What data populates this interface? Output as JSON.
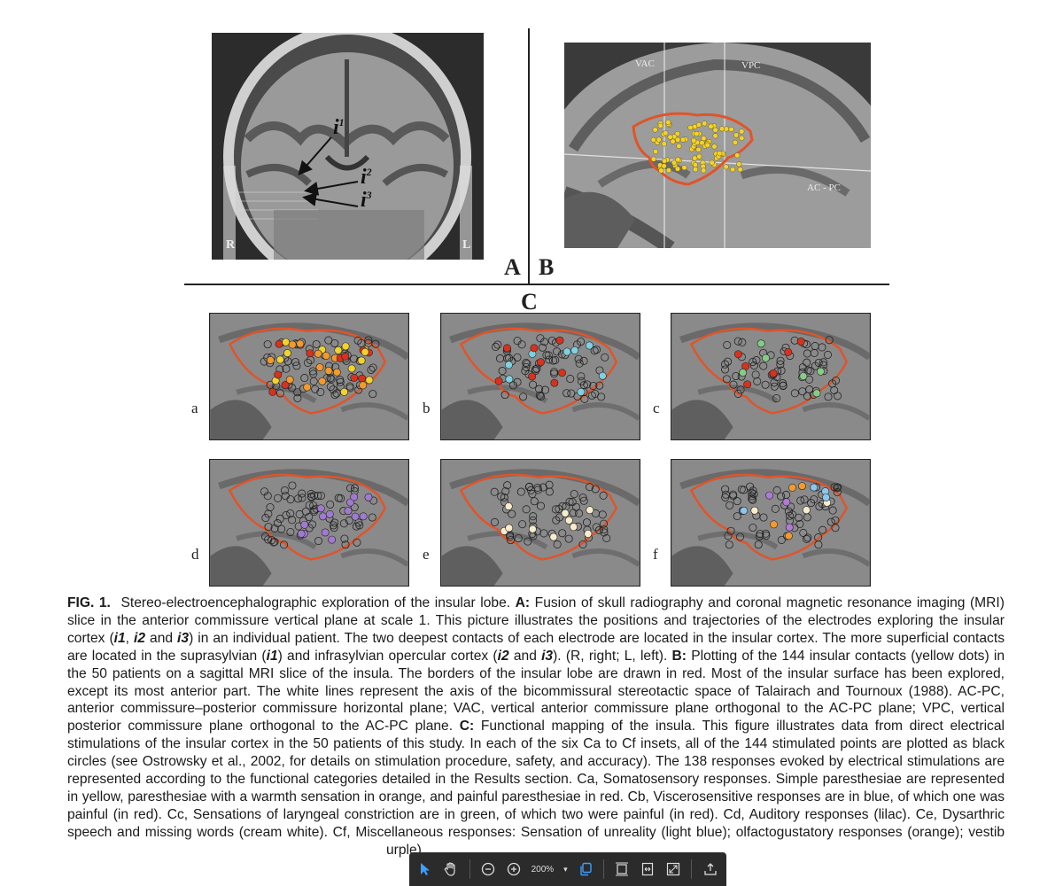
{
  "figure": {
    "panel_a": {
      "letter": "A",
      "labels": {
        "i1": "i",
        "i1_sub": "1",
        "i2": "i",
        "i2_sub": "2",
        "i3": "i",
        "i3_sub": "3",
        "right": "R",
        "left": "L"
      }
    },
    "panel_b": {
      "letter": "B",
      "labels": {
        "vac": "VAC",
        "vpc": "VPC",
        "acpc": "AC - PC"
      }
    },
    "panel_c": {
      "letter": "C"
    },
    "insets": [
      {
        "letter": "a"
      },
      {
        "letter": "b"
      },
      {
        "letter": "c"
      },
      {
        "letter": "d"
      },
      {
        "letter": "e"
      },
      {
        "letter": "f"
      }
    ]
  },
  "colors": {
    "border_red": "#e0542a",
    "contact_yellow": "#f2d22e",
    "orange": "#f29a2e",
    "red": "#d8321e",
    "blue": "#7fd0e0",
    "green": "#86cc86",
    "lilac": "#a07ad0",
    "cream": "#f8eccc",
    "purple": "#b07ad8",
    "light_blue": "#8cc6ee"
  },
  "caption": {
    "fig_label": "FIG. 1.",
    "p1": "Stereo-electroencephalographic exploration of the insular lobe. ",
    "a_label": "A:",
    "p2": " Fusion of skull radiography and coronal magnetic resonance imaging (MRI) slice in the anterior commissure vertical plane at scale 1. This picture illustrates the positions and trajectories of the electrodes exploring the insular cortex (",
    "i1": "i1",
    "sep1": ", ",
    "i2": "i2",
    "and1": " and ",
    "i3": "i3",
    "p3": ") in an individual patient. The two deepest contacts of each electrode are located in the insular cortex. The more superficial contacts are located in the suprasylvian (",
    "i1b": "i1",
    "p4": ") and infrasylvian opercular cortex (",
    "i2b": "i2",
    "and2": " and ",
    "i3b": "i3",
    "p5": "). (R, right; L, left). ",
    "b_label": "B:",
    "p6": " Plotting of the 144 insular contacts (yellow dots) in the 50 patients on a sagittal MRI slice of the insula. The borders of the insular lobe are drawn in red. Most of the insular surface has been explored, except its most anterior part. The white lines represent the axis of the bicommissural stereotactic space of Talairach and Tournoux (1988). AC-PC, anterior commissure–posterior commissure horizontal plane; VAC, vertical anterior commissure plane orthogonal to the AC-PC plane; VPC, vertical posterior commissure plane orthogonal to the AC-PC plane. ",
    "c_label": "C:",
    "p7": " Functional mapping of the insula. This figure illustrates data from direct electrical stimulations of the insular cortex in the 50 patients of this study. In each of the six Ca to Cf insets, all of the 144 stimulated points are plotted as black circles (see Ostrowsky et al., 2002, for details on stimulation procedure, safety, and accuracy). The 138 responses evoked by electrical stimulations are represented according to the functional categories detailed in the Results section. Ca, Somatosensory responses. Simple paresthesiae are represented in yellow, paresthesiae with a warmth sensation in orange, and painful paresthesiae in red. Cb, Viscerosensitive responses are in blue, of which one was painful (in red). Cc, Sensations of laryngeal constriction are in green, of which two were painful (in red). Cd, Auditory responses (lilac). Ce, Dysarthric speech and missing words (cream white). Cf, Miscellaneous responses: Sensation of unreality (light blue); olfactogustatory responses (orange); vestib",
    "p8": "urple)."
  },
  "toolbar": {
    "select_icon": "cursor-arrow-icon",
    "hand_icon": "hand-pan-icon",
    "zoom_out_icon": "zoom-out-icon",
    "zoom_in_icon": "zoom-in-icon",
    "zoom_value": "200%",
    "copy_icon": "copy-icon",
    "fit_page_icon": "fit-page-icon",
    "fit_width_icon": "fit-width-icon",
    "fullscreen_icon": "fullscreen-icon",
    "export_icon": "export-icon"
  }
}
